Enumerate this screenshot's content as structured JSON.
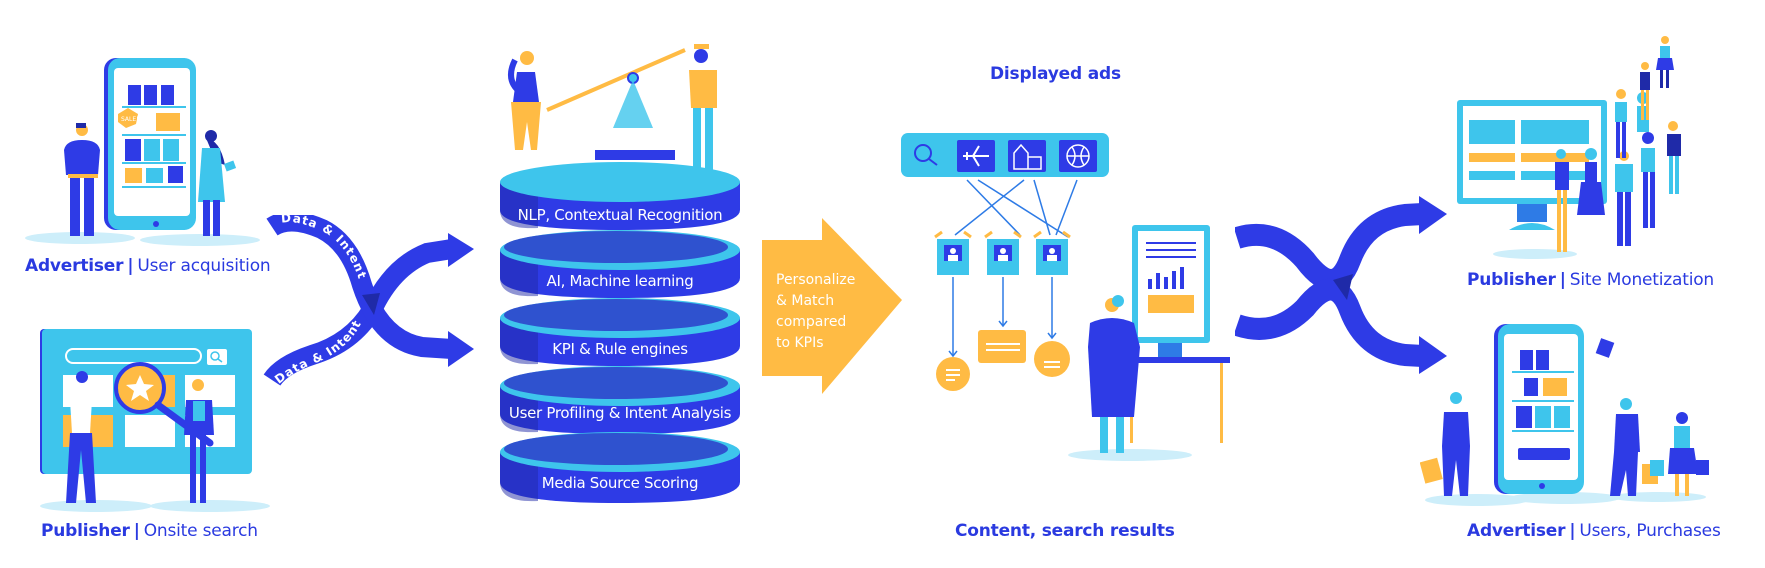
{
  "colors": {
    "primary_blue": "#2e3be6",
    "dark_blue": "#1f2aa8",
    "light_blue": "#3ec5ec",
    "pale_blue": "#cdeefa",
    "orange": "#ffbb44",
    "white": "#ffffff"
  },
  "left": {
    "advertiser": {
      "role": "Advertiser",
      "separator": "|",
      "description": "User acquisition",
      "illustration": "phone-shop-icon",
      "sale_badge": "SALE!"
    },
    "publisher": {
      "role": "Publisher",
      "separator": "|",
      "description": "Onsite search",
      "illustration": "browser-search-icon"
    },
    "flow_label_top": "Data & Intent",
    "flow_label_bottom": "Data & Intent"
  },
  "stack": {
    "layers": [
      {
        "label": "NLP, Contextual Recognition"
      },
      {
        "label": "AI, Machine learning"
      },
      {
        "label": "KPI & Rule engines"
      },
      {
        "label": "User Profiling & Intent Analysis"
      },
      {
        "label": "Media Source Scoring"
      }
    ]
  },
  "process_arrow": {
    "lines": [
      "Personalize",
      "& Match",
      "compared",
      "to KPIs"
    ]
  },
  "center": {
    "title_top": "Displayed ads",
    "title_bottom": "Content, search results",
    "ad_categories": [
      "search-icon",
      "airplane-icon",
      "house-icon",
      "ball-icon"
    ]
  },
  "right": {
    "publisher": {
      "role": "Publisher",
      "separator": "|",
      "description": "Site Monetization",
      "illustration": "monitor-crowd-icon"
    },
    "advertiser": {
      "role": "Advertiser",
      "separator": "|",
      "description": "Users, Purchases",
      "illustration": "phone-shoppers-icon"
    }
  }
}
